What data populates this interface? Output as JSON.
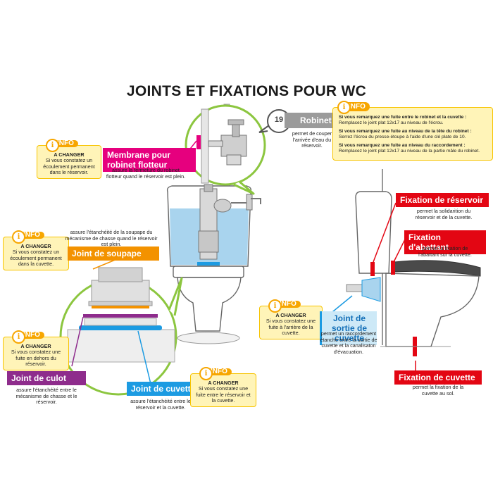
{
  "title": "JOINTS ET FIXATIONS POUR WC",
  "labels": {
    "membrane": "Membrane pour robinet flotteur",
    "membrane_desc": "assure la fermeture du robinet flotteur quand le réservoir est plein.",
    "robinet": "Robinet",
    "robinet_desc": "permet de couper l'arrivée d'eau du réservoir.",
    "robinet_number": "19",
    "soupape": "Joint de soupape",
    "soupape_desc": "assure l'étanchéité de la soupape du mécanisme de chasse quand le réservoir est plein.",
    "culot": "Joint de culot",
    "culot_desc": "assure l'étanchéité entre le mécanisme de chasse et le réservoir.",
    "cuvette": "Joint de cuvette",
    "cuvette_desc": "assure l'étanchéité entre le réservoir et la cuvette.",
    "fix_reservoir": "Fixation de réservoir",
    "fix_reservoir_desc": "permet la solidarition du réservoir et de la cuvette.",
    "fix_abattant": "Fixation d'abattant",
    "fix_abattant_desc": "permet la fixation de l'abattant sur la cuvette.",
    "sortie": "Joint de sortie de cuvette",
    "sortie_desc": "permet un raccordement étanche entre la sortie de cuvette et la canalisaton d'évacuation.",
    "fix_cuvette": "Fixation de cuvette",
    "fix_cuvette_desc": "permet la fixation de la cuvette au sol."
  },
  "info_badge": "INFO",
  "info_boxes": {
    "membrane": {
      "title": "A CHANGER",
      "text": "Si vous constatez un écoulement permanent dans le réservoir."
    },
    "soupape": {
      "title": "A CHANGER",
      "text": "Si vous constatez un écoulement permanent dans la cuvette."
    },
    "culot": {
      "title": "A CHANGER",
      "text": "Si vous constatez une fuite en dehors du réservoir."
    },
    "cuvette": {
      "title": "A CHANGER",
      "text": "Si vous constatez une fuite entre le réservoir et la cuvette."
    },
    "sortie": {
      "title": "A CHANGER",
      "text": "Si vous constatez une fuite à l'arrière de la cuvette."
    }
  },
  "robinet_info": {
    "items": [
      {
        "q": "Si vous remarquez une fuite entre le robinet et la cuvette :",
        "a": "Remplacez le joint plat 12x17 au niveau de l'écrou."
      },
      {
        "q": "Si vous remarquez une fuite au niveau de la tête du robinet :",
        "a": "Serrez l'écrou du presse-étoupe à l'aide d'une clé plate de 10."
      },
      {
        "q": "Si vous remarquez une fuite au niveau du raccordement :",
        "a": "Remplacez le joint plat 12x17 au niveau de la partie mâle du robinet."
      }
    ]
  },
  "colors": {
    "pink": "#e6007e",
    "orange": "#f39200",
    "purple": "#8e2c8c",
    "blue": "#1c9be2",
    "red": "#e30613",
    "green": "#8cc63f",
    "info_bg": "#fff4b8",
    "info_border": "#f7c400"
  }
}
